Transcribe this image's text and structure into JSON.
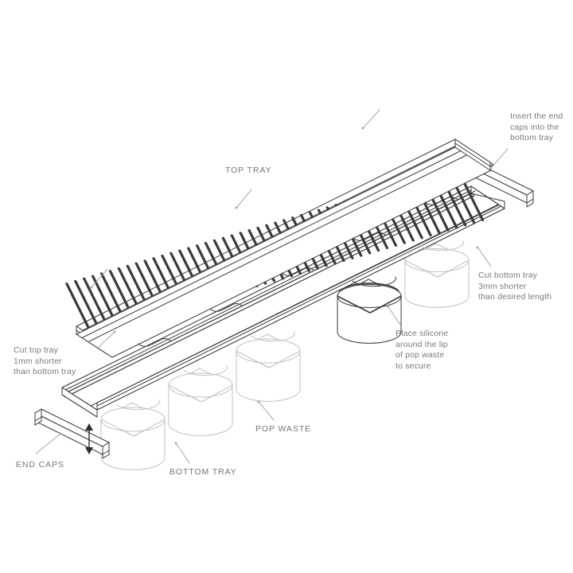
{
  "drawing": {
    "title": "Linear shower drain exploded assembly diagram",
    "type": "isometric-exploded-line-drawing",
    "background_color": "#ffffff",
    "line_color": "#3a3a3c",
    "light_line_color": "#c9c9cc",
    "text_color": "#7b7b7f"
  },
  "annotations": {
    "insert_end_caps": "Insert  the  end\ncaps  into  the\nbottom tray",
    "cut_bottom_tray": "Cut bottom tray\n3mm shorter\nthan desired length",
    "place_silicone": "Place silicone\naround the lip\nof pop waste\nto secure",
    "cut_top_tray": "Cut top tray\n1mm shorter\nthan bottom tray"
  },
  "part_labels": {
    "top_tray": "TOP TRAY",
    "pop_waste": "POP WASTE",
    "end_caps": "END CAPS",
    "bottom_tray": "BOTTOM TRAY"
  },
  "parts": {
    "top_tray": {
      "name": "top-tray-grate",
      "slot_count": 46,
      "description": "Slotted grate panel, drawn in isometric along the main diagonal axis"
    },
    "bottom_tray": {
      "name": "bottom-tray-channel",
      "description": "Long channel with raised side lips, sits beneath the top tray"
    },
    "end_caps": {
      "name": "end-cap",
      "count": 2,
      "description": "U-shaped channel end pieces, one at each end of the bottom tray"
    },
    "pop_waste": {
      "name": "pop-waste",
      "count": 5,
      "highlighted_index": 2,
      "description": "Cylindrical waste outlets with square flanges below the bottom tray"
    }
  }
}
